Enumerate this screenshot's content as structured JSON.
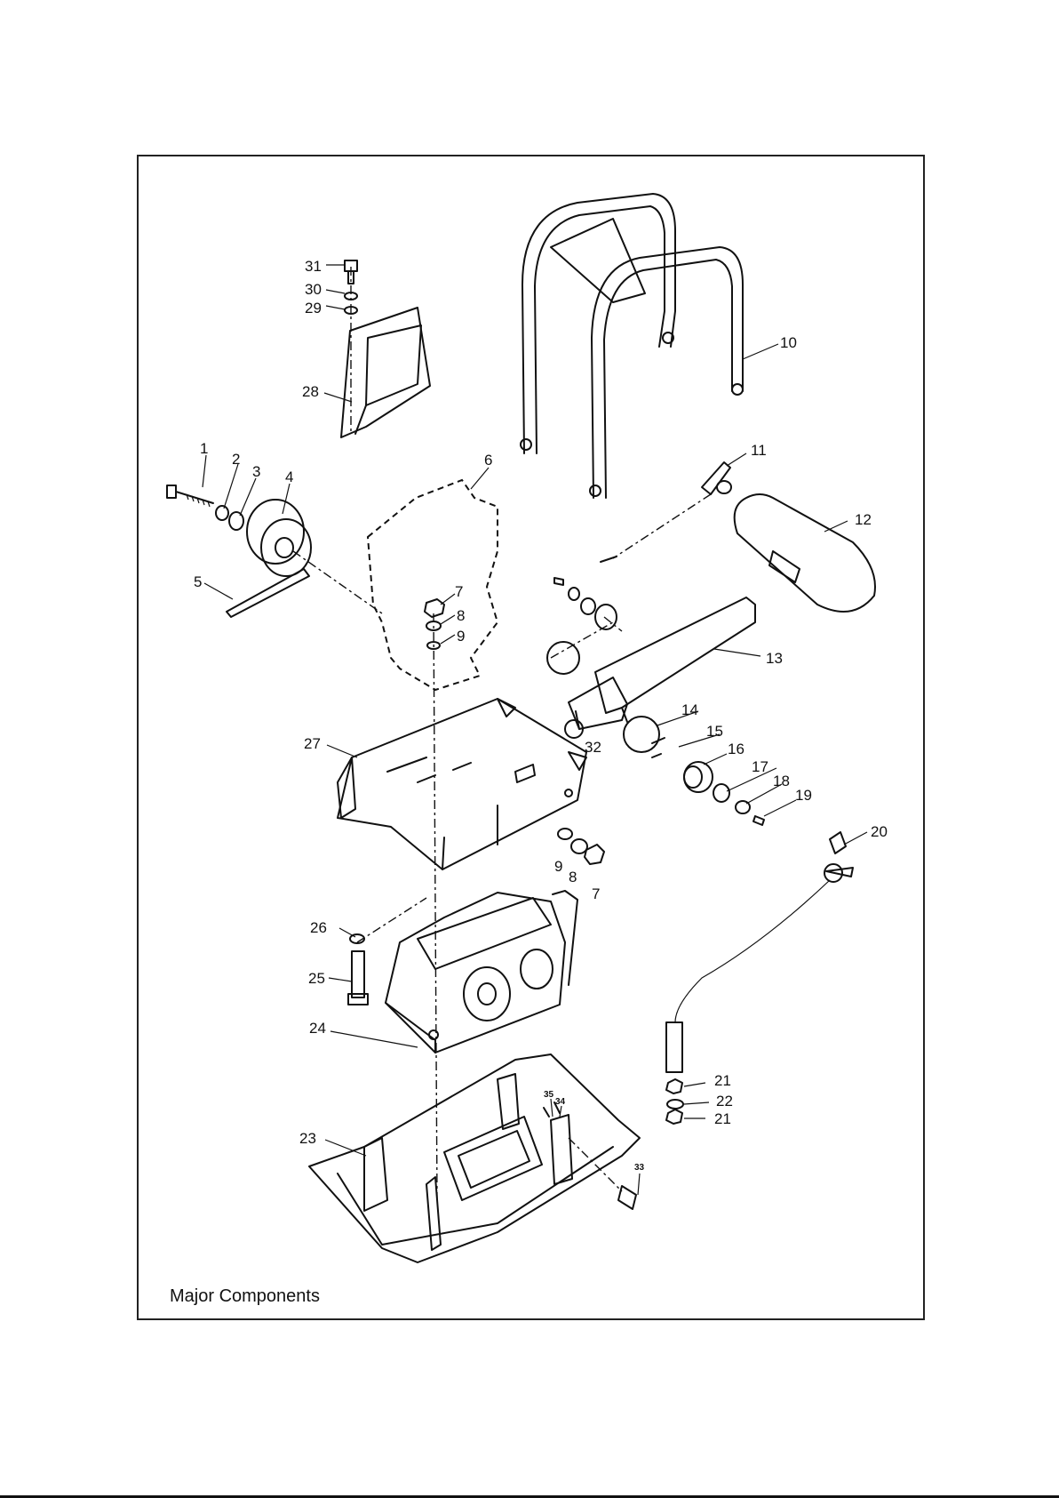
{
  "caption": "Major Components",
  "callouts": {
    "c1": "1",
    "c2": "2",
    "c3": "3",
    "c4": "4",
    "c5": "5",
    "c6": "6",
    "c7a": "7",
    "c8a": "8",
    "c9a": "9",
    "c10": "10",
    "c11": "11",
    "c12": "12",
    "c13": "13",
    "c14": "14",
    "c15": "15",
    "c16": "16",
    "c17": "17",
    "c18": "18",
    "c19": "19",
    "c20": "20",
    "c21a": "21",
    "c22": "22",
    "c21b": "21",
    "c23": "23",
    "c24": "24",
    "c25": "25",
    "c26": "26",
    "c27": "27",
    "c28": "28",
    "c29": "29",
    "c30": "30",
    "c31": "31",
    "c9b": "9",
    "c8b": "8",
    "c7b": "7",
    "c32": "32",
    "c33": "33",
    "c34": "34",
    "c35": "35"
  }
}
